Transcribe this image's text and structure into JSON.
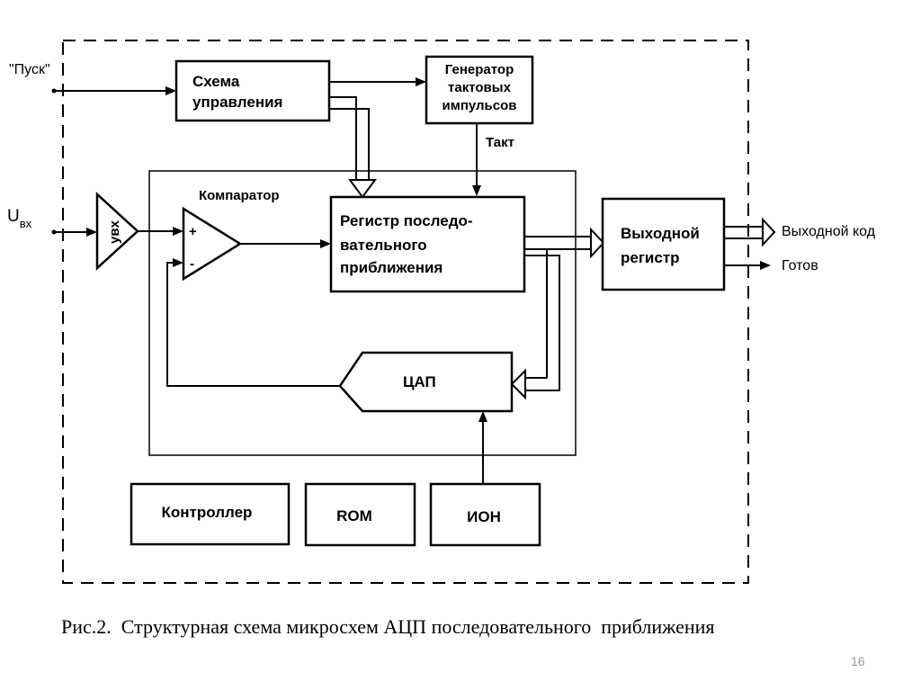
{
  "diagram": {
    "inputs": {
      "start": "\"Пуск\"",
      "u_main": "U",
      "u_sub": "вх"
    },
    "blocks": {
      "control": [
        "Схема",
        "управления"
      ],
      "clock": [
        "Генератор",
        "тактовых",
        "импульсов"
      ],
      "sample_hold": "увх",
      "comparator_label": "Компаратор",
      "comparator_plus": "+",
      "comparator_minus": "-",
      "sar": [
        "Регистр последо-",
        "вательного",
        "приближения"
      ],
      "output_reg": [
        "Выходной",
        "регистр"
      ],
      "dac": "ЦАП",
      "controller": "Контроллер",
      "rom": "ROM",
      "ion": "ИОН"
    },
    "signals": {
      "clock": "Такт",
      "out_code": "Выходной код",
      "ready": "Готов"
    }
  },
  "caption": "Рис.2.  Структурная схема микросхем АЦП последовательного  приближения",
  "page_number": "16"
}
